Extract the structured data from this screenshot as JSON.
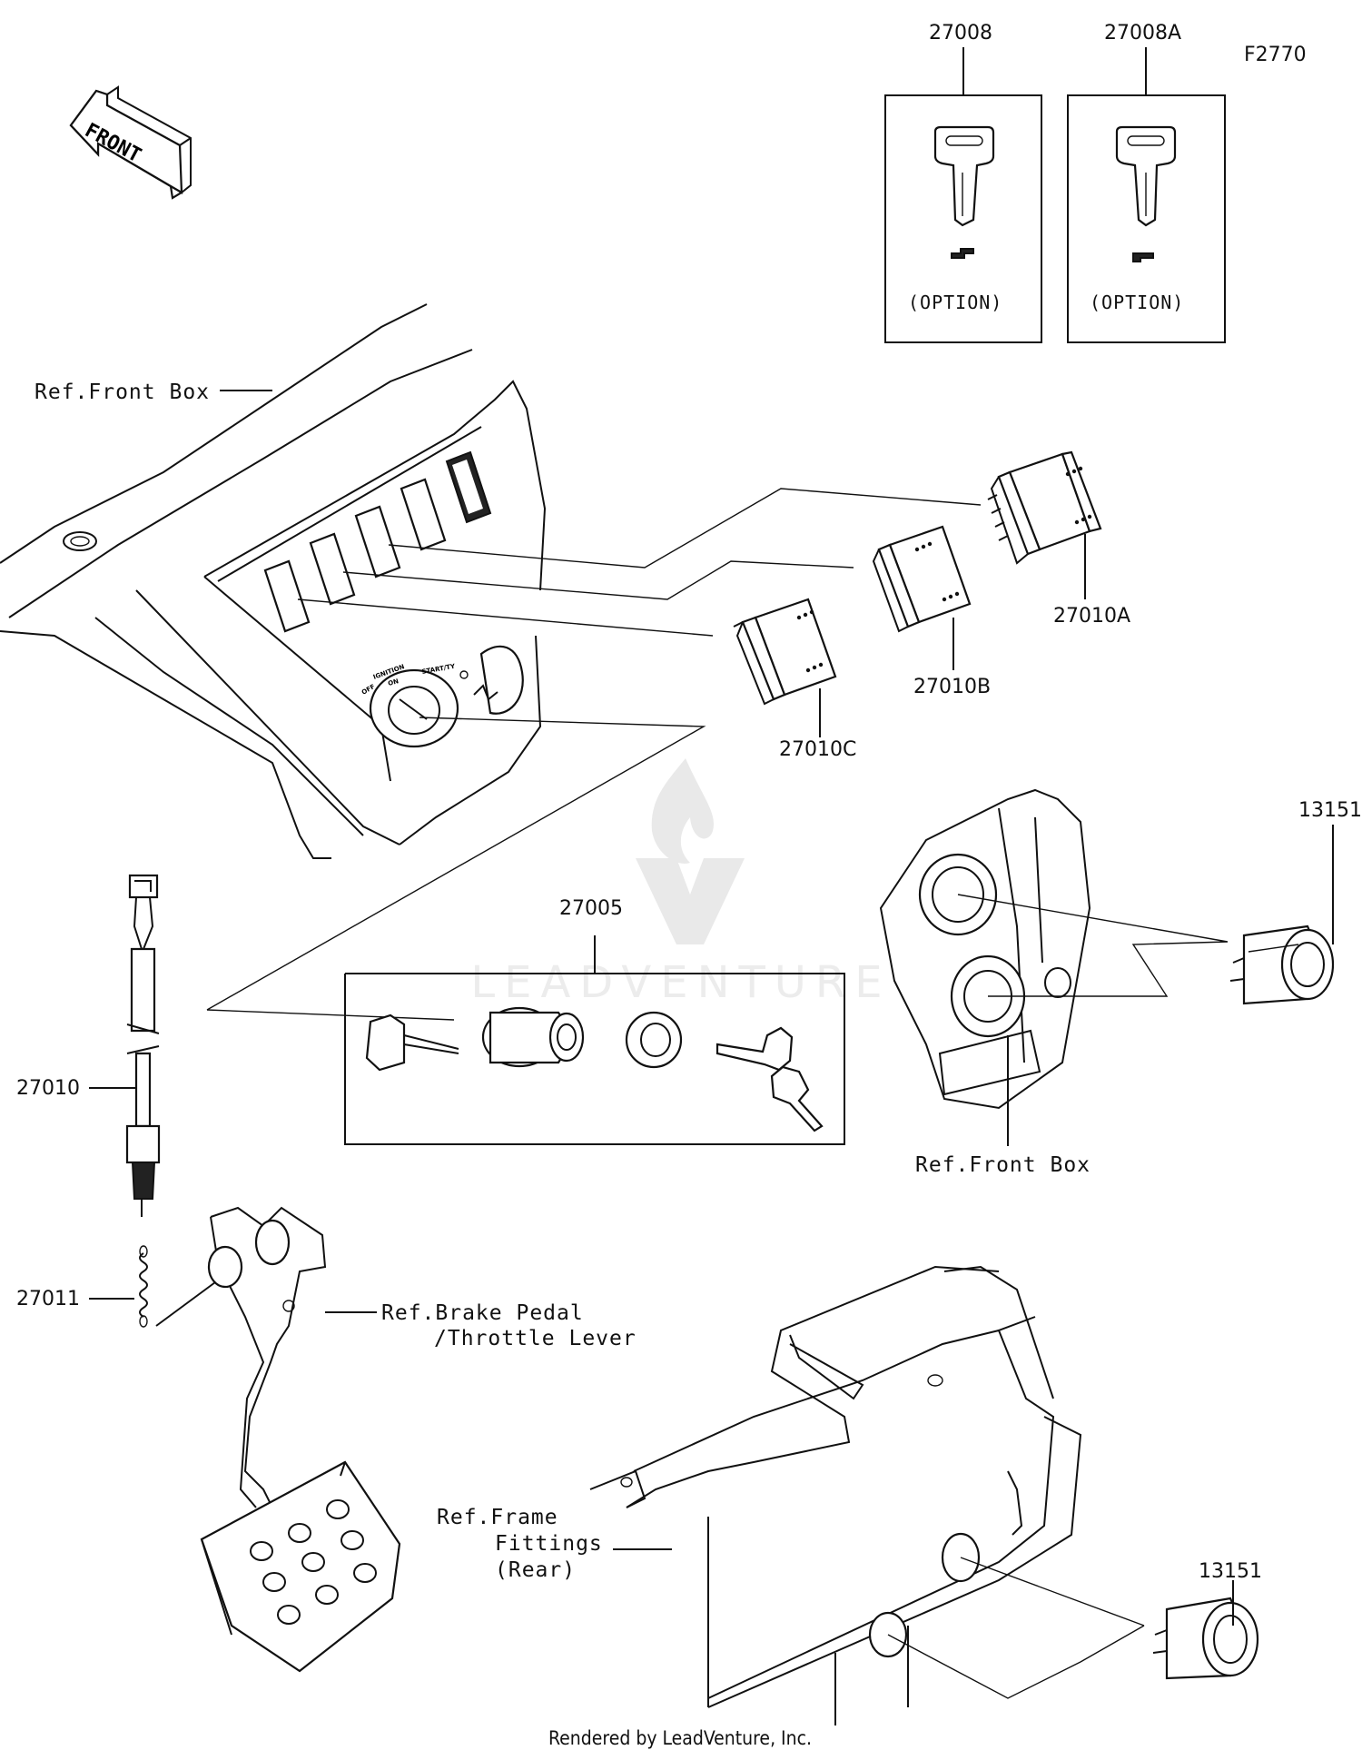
{
  "figure_code": "F2770",
  "front_arrow_text": "FRONT",
  "watermark_text": "LEADVENTURE",
  "footer": "Rendered by LeadVenture, Inc.",
  "option_text": "(OPTION)",
  "part_numbers": {
    "key_27008": "27008",
    "key_27008a": "27008A",
    "switch_27010a": "27010A",
    "switch_27010b": "27010B",
    "switch_27010c": "27010C",
    "ignition_27005": "27005",
    "socket_13151_upper": "13151",
    "socket_13151_lower": "13151",
    "brake_switch_27010": "27010",
    "spring_27011": "27011"
  },
  "references": {
    "front_box_top": "Ref.Front Box",
    "front_box_right": "Ref.Front Box",
    "brake_pedal_1": "Ref.Brake Pedal",
    "brake_pedal_2": "/Throttle Lever",
    "frame_1": "Ref.Frame",
    "frame_2": "Fittings",
    "frame_3": "(Rear)"
  },
  "dash_markings": [
    "IGNITION",
    "OFF",
    "ON",
    "START/TY"
  ]
}
